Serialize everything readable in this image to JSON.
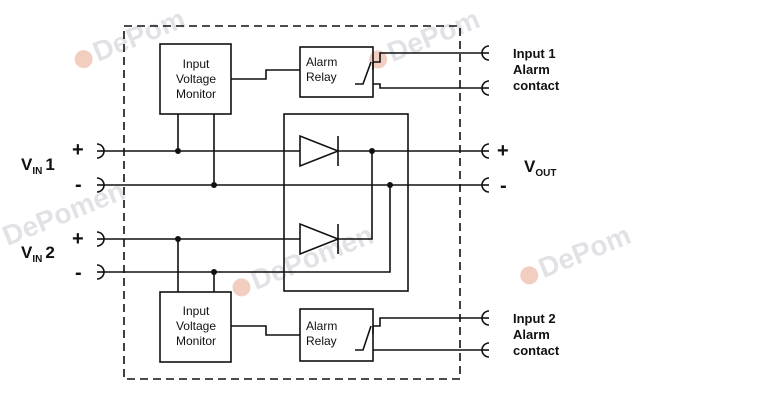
{
  "watermark": {
    "text": "DePom",
    "text_long": "DePomen"
  },
  "monitors": {
    "line1": "Input",
    "line2": "Voltage",
    "line3": "Monitor"
  },
  "relays": {
    "line1": "Alarm",
    "line2": "Relay"
  },
  "alarm1": {
    "line1": "Input 1",
    "line2": "Alarm",
    "line3": "contact"
  },
  "alarm2": {
    "line1": "Input 2",
    "line2": "Alarm",
    "line3": "contact"
  },
  "vin1": {
    "main": "V",
    "sub": "IN",
    "num": "1",
    "plus": "+",
    "minus": "-"
  },
  "vin2": {
    "main": "V",
    "sub": "IN",
    "num": "2",
    "plus": "+",
    "minus": "-"
  },
  "vout": {
    "main": "V",
    "sub": "OUT",
    "plus": "+",
    "minus": "-"
  },
  "colors": {
    "line": "#111111",
    "watermark": "#c9ccd2",
    "watermark_accent": "#e6a68a"
  }
}
